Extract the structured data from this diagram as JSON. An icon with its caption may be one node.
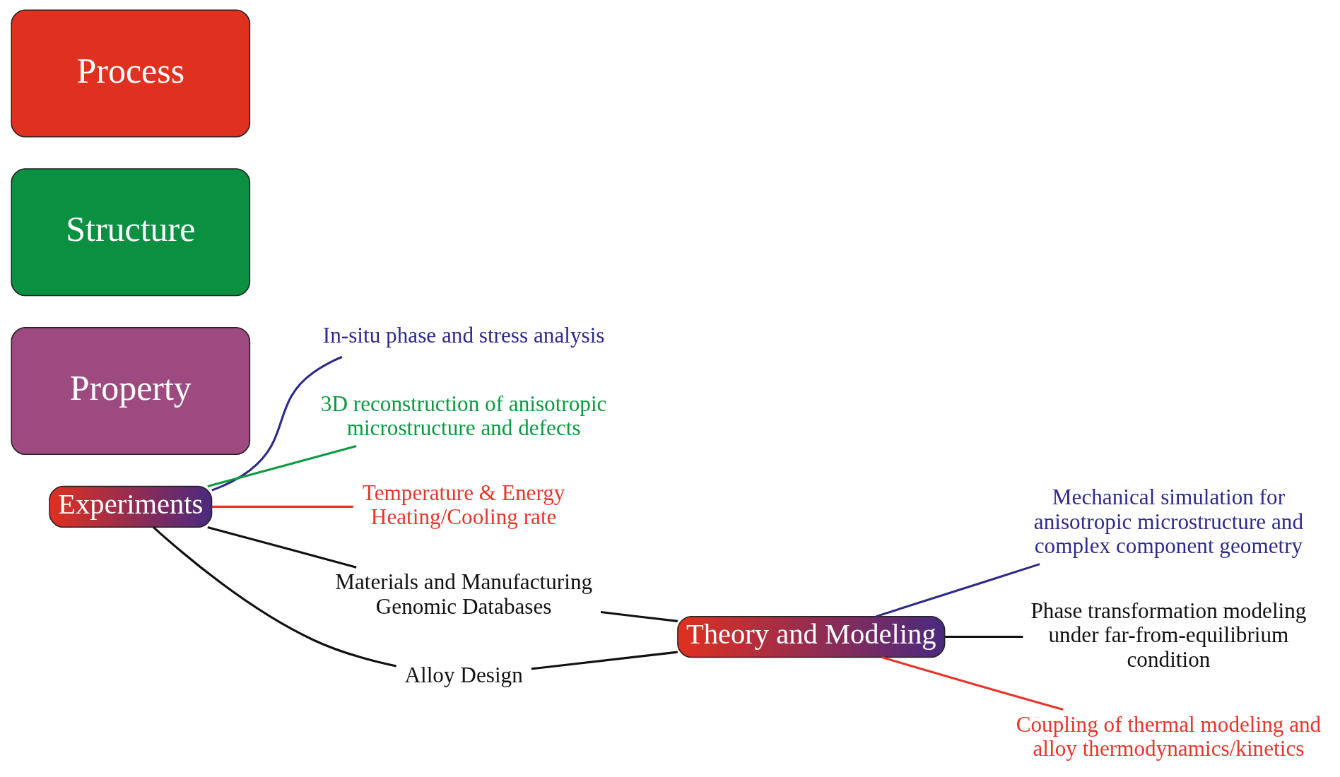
{
  "diagram": {
    "nodes": [
      {
        "text": [
          "Experiments"
        ]
      },
      {
        "text": [
          "In-situ phase and stress analysis"
        ]
      },
      {
        "text": [
          "3D reconstruction of anisotropic microstructure and defects"
        ]
      },
      {
        "text": [
          "Temperature & Energy Heating/Cooling rate"
        ]
      },
      {
        "text": [
          "Property"
        ]
      },
      {
        "text": [
          "Structure"
        ]
      },
      {
        "text": [
          "Process"
        ]
      },
      {
        "text": [
          "Mechanical simulation for anisotropic microstructure and complex component geometry"
        ]
      },
      {
        "text": [
          "Phase transformation modeling under far-from-equilibrium condition"
        ]
      },
      {
        "text": [
          "Coupling of thermal modeling and alloy thermodynamics/kinetics"
        ]
      },
      {
        "text": [
          "Theory and Modeling"
        ]
      },
      {
        "text": [
          "Materials and Manufacturing Genomic Databases"
        ]
      },
      {
        "text": [
          "Alloy Design"
        ]
      }
    ],
    "edges": [
      {
        "from": 0,
        "to": 1,
        "arrow": "none",
        "color": "#2e2a8c"
      },
      {
        "from": 0,
        "to": 2,
        "arrow": "none",
        "color": "#0a9a40"
      },
      {
        "from": 0,
        "to": 3,
        "arrow": "none",
        "color": "#e8352a"
      },
      {
        "from": 10,
        "to": 7,
        "arrow": "none",
        "color": "#2e2a8c"
      },
      {
        "from": 10,
        "to": 8,
        "arrow": "none"
      },
      {
        "from": 10,
        "to": 9,
        "arrow": "none",
        "color": "#e8352a"
      },
      {
        "from": 0,
        "to": 11,
        "arrow": "none"
      },
      {
        "from": 11,
        "to": 10,
        "arrow": "none"
      },
      {
        "from": 0,
        "to": 12,
        "arrow": "none"
      },
      {
        "from": 12,
        "to": 10,
        "arrow": "none"
      }
    ]
  }
}
